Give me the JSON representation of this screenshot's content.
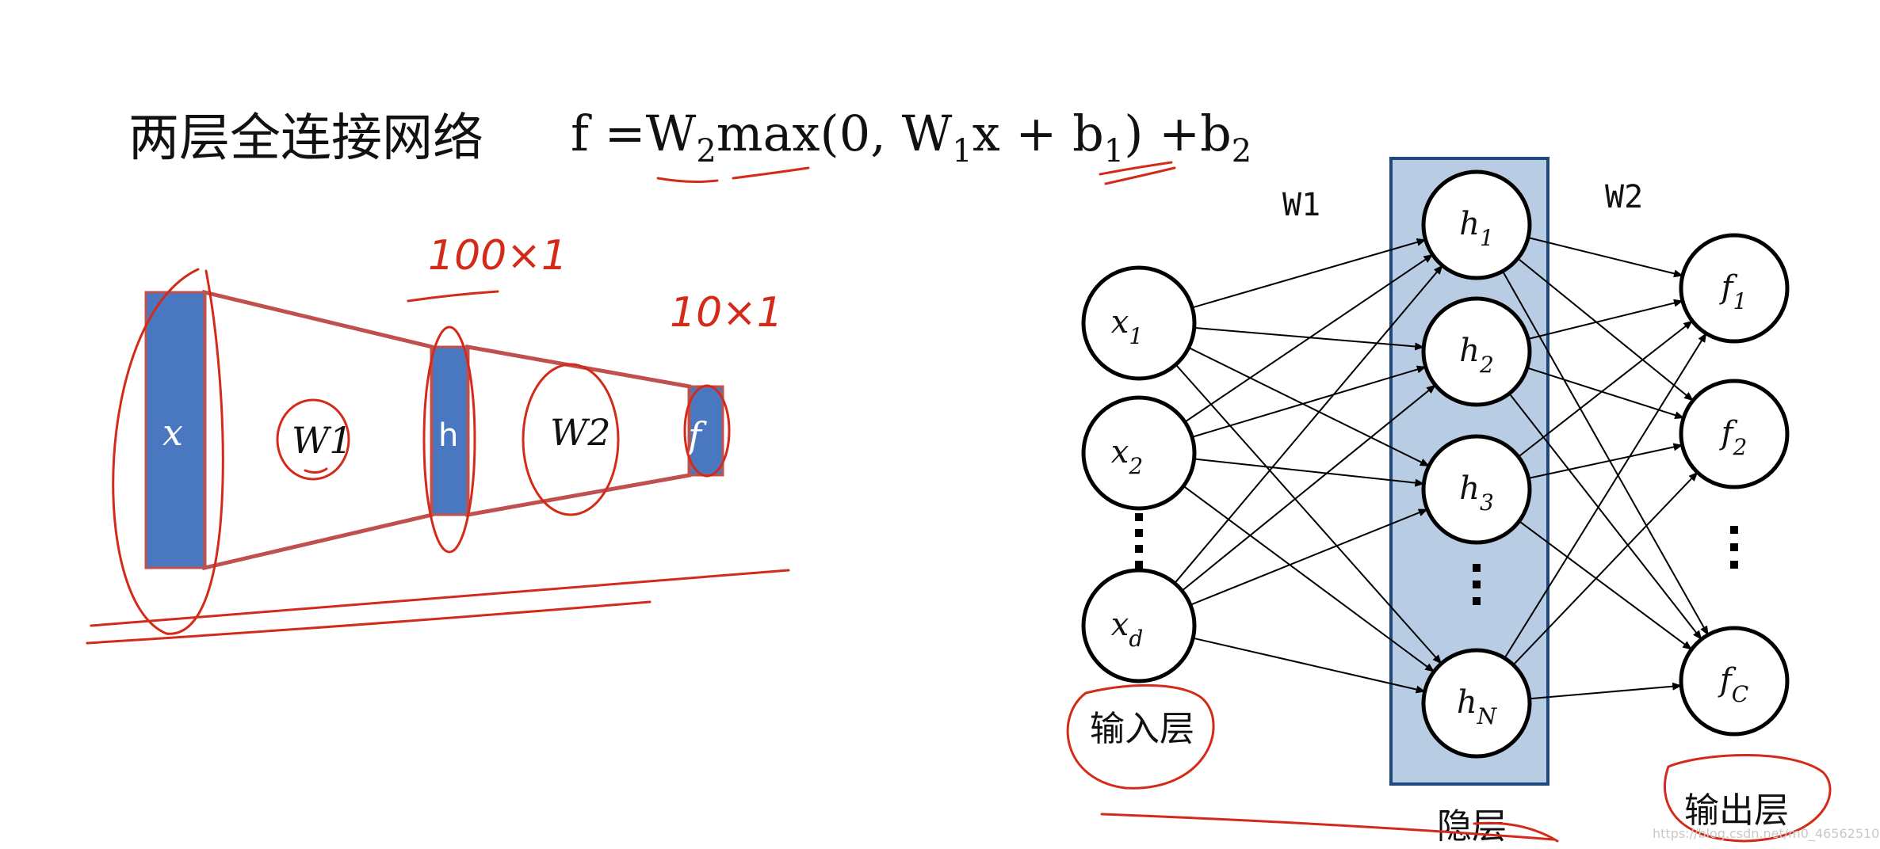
{
  "title": "两层全连接网络",
  "formula": {
    "lhs": "f  =W",
    "w2_sub": "2",
    "mid": "max(0, W",
    "w1_sub": "1",
    "x_part": "x + b",
    "b1_sub": "1",
    "close": ") +b",
    "b2_sub": "2"
  },
  "funnel": {
    "x_label": "x",
    "w1_label": "W1",
    "h_label": "h",
    "w2_label": "W2",
    "f_label": "f",
    "bar_color": "#4a78c0",
    "outline_color": "#c0504d"
  },
  "annotations": {
    "hidden_size": "100×1",
    "output_size": "10×1",
    "ink_color": "#d42a1a"
  },
  "network": {
    "w1": "W1",
    "w2": "W2",
    "inputs": [
      {
        "main": "x",
        "sub": "1"
      },
      {
        "main": "x",
        "sub": "2"
      },
      {
        "main": "x",
        "sub": "d"
      }
    ],
    "hidden": [
      {
        "main": "h",
        "sub": "1"
      },
      {
        "main": "h",
        "sub": "2"
      },
      {
        "main": "h",
        "sub": "3"
      },
      {
        "main": "h",
        "sub": "N"
      }
    ],
    "outputs": [
      {
        "main": "f",
        "sub": "1"
      },
      {
        "main": "f",
        "sub": "2"
      },
      {
        "main": "f",
        "sub": "C"
      }
    ],
    "input_layer": "输入层",
    "hidden_layer": "隐层",
    "output_layer": "输出层",
    "hidden_fill": "#b8cce4",
    "hidden_stroke": "#1f497d"
  },
  "watermark": "https://blog.csdn.net/m0_46562510"
}
